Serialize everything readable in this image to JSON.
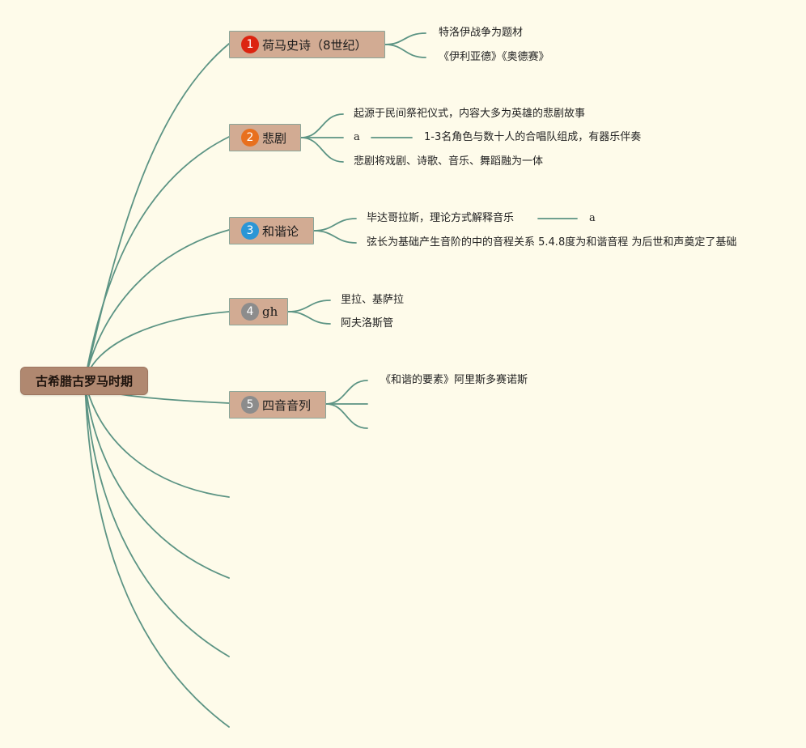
{
  "root": {
    "label": "古希腊古罗马时期"
  },
  "colors": {
    "background": "#fefbea",
    "connector": "#5c9484",
    "root_fill": "#b08870",
    "branch_fill": "#d2ab93",
    "badge_1": "#dc2410",
    "badge_2": "#e8701e",
    "badge_3": "#2a96d6",
    "badge_4": "#8c8c8c",
    "badge_5": "#8c8c8c"
  },
  "branches": [
    {
      "number": "1",
      "badge_color": "#dc2410",
      "label": "荷马史诗（8世纪）",
      "children": [
        {
          "text": "特洛伊战争为题材"
        },
        {
          "text": "《伊利亚德》《奥德赛》"
        }
      ]
    },
    {
      "number": "2",
      "badge_color": "#e8701e",
      "label": "悲剧",
      "children": [
        {
          "text": "起源于民间祭祀仪式，内容大多为英雄的悲剧故事"
        },
        {
          "text": "a",
          "child": {
            "text": "1-3名角色与数十人的合唱队组成，有器乐伴奏"
          }
        },
        {
          "text": "悲剧将戏剧、诗歌、音乐、舞蹈融为一体"
        }
      ]
    },
    {
      "number": "3",
      "badge_color": "#2a96d6",
      "label": "和谐论",
      "children": [
        {
          "text": "毕达哥拉斯，理论方式解释音乐",
          "child": {
            "text": "a"
          }
        },
        {
          "text": "弦长为基础产生音阶的中的音程关系 5.4.8度为和谐音程 为后世和声奠定了基础"
        }
      ]
    },
    {
      "number": "4",
      "badge_color": "#8c8c8c",
      "label": "gh",
      "children": [
        {
          "text": "里拉、基萨拉"
        },
        {
          "text": "阿夫洛斯管"
        }
      ]
    },
    {
      "number": "5",
      "badge_color": "#8c8c8c",
      "label": "四音音列",
      "children": [
        {
          "text": "《和谐的要素》阿里斯多赛诺斯"
        },
        {
          "text": ""
        },
        {
          "text": ""
        }
      ]
    }
  ]
}
